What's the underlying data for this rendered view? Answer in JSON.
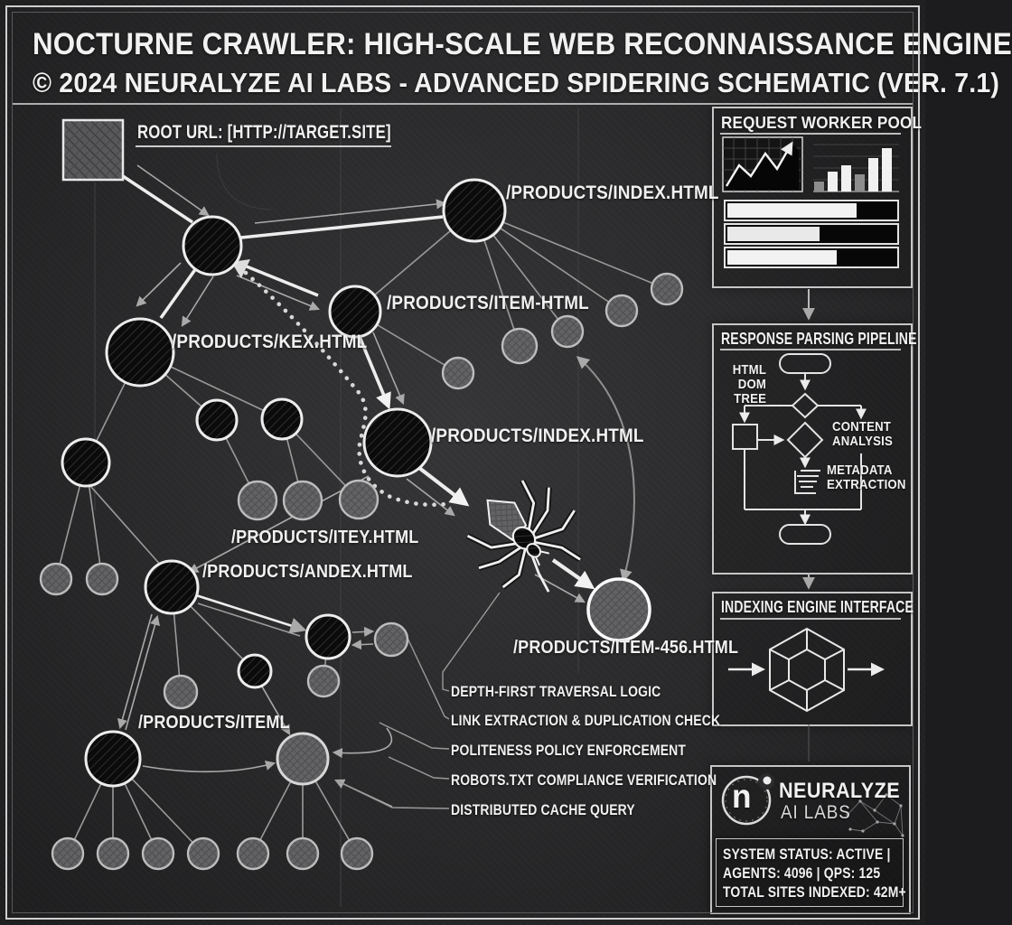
{
  "header": {
    "title": "NOCTURNE CRAWLER: HIGH-SCALE WEB RECONNAISSANCE ENGINE",
    "subtitle": "© 2024 NEURALYZE AI LABS - ADVANCED SPIDERING SCHEMATIC (VER. 7.1)"
  },
  "diagram": {
    "root_label": "ROOT URL: [HTTP://TARGET.SITE]",
    "labels": {
      "index_top": "/PRODUCTS/INDEX.HTML",
      "item_html": "/PRODUCTS/ITEM-HTML",
      "kex": "/PRODUCTS/KEX.HTML",
      "index_mid": "/PRODUCTS/INDEX.HTML",
      "itey": "/PRODUCTS/ITEY.HTML",
      "andex": "/PRODUCTS/ANDEX.HTML",
      "item456": "/PRODUCTS/ITEM-456.HTML",
      "iteml": "/PRODUCTS/ITEML"
    },
    "legend": [
      "DEPTH-FIRST TRAVERSAL LOGIC",
      "LINK EXTRACTION & DUPLICATION CHECK",
      "POLITENESS POLICY ENFORCEMENT",
      "ROBOTS.TXT COMPLIANCE VERIFICATION",
      "DISTRIBUTED CACHE QUERY"
    ]
  },
  "sidebar": {
    "worker_pool": {
      "title": "REQUEST WORKER POOL",
      "progress": [
        77,
        55,
        65
      ],
      "bars": [
        18,
        35,
        47,
        30,
        60,
        78
      ]
    },
    "parsing": {
      "title": "RESPONSE PARSING PIPELINE",
      "dom_label": "HTML DOM TREE",
      "content_label": "CONTENT ANALYSIS",
      "metadata_label": "METADATA EXTRACTION"
    },
    "indexing": {
      "title": "INDEXING ENGINE INTERFACE"
    },
    "brand": {
      "name": "NEURALYZE",
      "division": "AI LABS",
      "logo_letter": "n",
      "status_line1": "SYSTEM STATUS: ACTIVE |",
      "status_line2": "AGENTS: 4096 | QPS: 125",
      "status_line3": "TOTAL SITES INDEXED: 42M+"
    }
  },
  "colors": {
    "bg": "#2b2b2d",
    "ink": "#f1f1f1",
    "grey": "#9a9a9a"
  }
}
